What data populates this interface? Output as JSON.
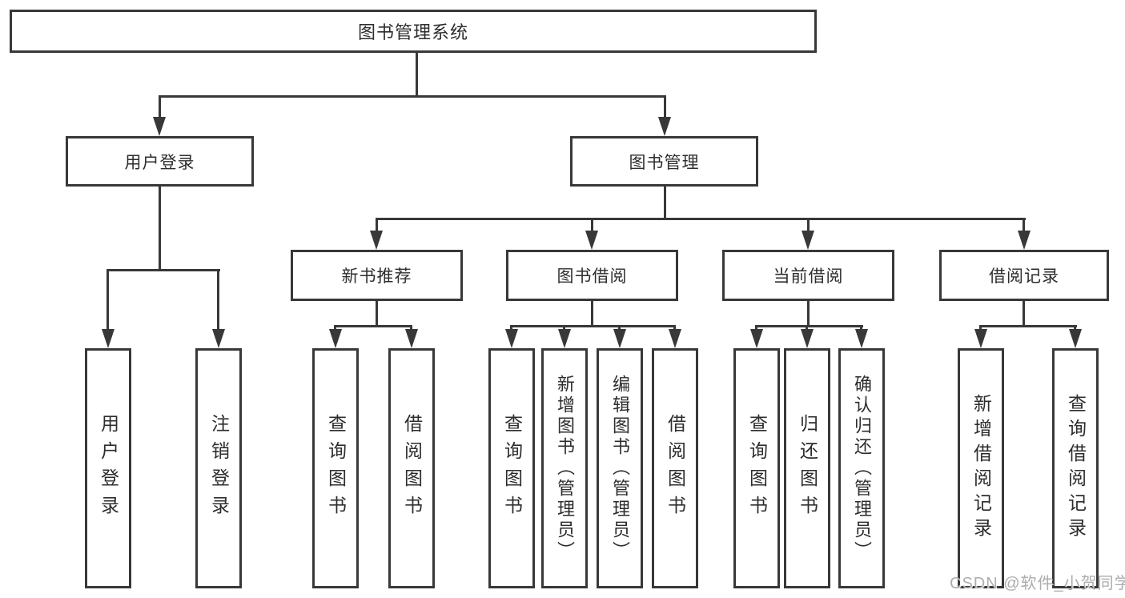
{
  "diagram": {
    "root_label": "图书管理系统",
    "branches": {
      "user_login": {
        "label": "用户登录",
        "leaves": [
          "用户登录",
          "注销登录"
        ]
      },
      "book_mgmt": {
        "label": "图书管理",
        "sections": {
          "new_book": {
            "label": "新书推荐",
            "leaves": [
              "查询图书",
              "借阅图书"
            ]
          },
          "borrow": {
            "label": "图书借阅",
            "leaves": [
              "查询图书",
              "新增图书（管理员）",
              "编辑图书（管理员）",
              "借阅图书"
            ]
          },
          "current": {
            "label": "当前借阅",
            "leaves": [
              "查询图书",
              "归还图书",
              "确认归还（管理员）"
            ]
          },
          "records": {
            "label": "借阅记录",
            "leaves": [
              "新增借阅记录",
              "查询借阅记录"
            ]
          }
        }
      }
    }
  },
  "watermark": "CSDN @软件_小贺同学",
  "colors": {
    "line": "#383838",
    "text": "#2d2d2d",
    "watermark": "#adadad",
    "background": "#ffffff"
  }
}
